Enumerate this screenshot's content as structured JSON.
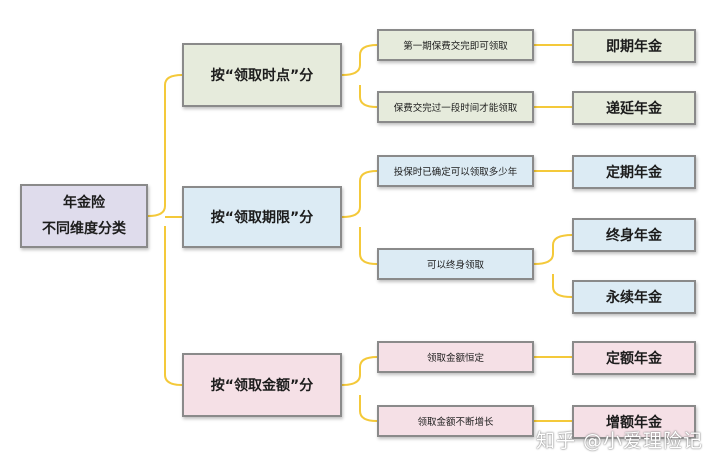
{
  "colors": {
    "connector": "#f4c93a",
    "border": "#8a8a8a",
    "root_fill": "#dfdcec",
    "green_fill": "#e6ebdc",
    "blue_fill": "#dcebf4",
    "pink_fill": "#f5e0e6"
  },
  "root": {
    "line1": "年金险",
    "line2": "不同维度分类"
  },
  "categories": [
    {
      "label": "按“领取时点”分"
    },
    {
      "label": "按“领取期限”分"
    },
    {
      "label": "按“领取金额”分"
    }
  ],
  "conditions": [
    {
      "label": "第一期保费交完即可领取"
    },
    {
      "label": "保费交完过一段时间才能领取"
    },
    {
      "label": "投保时已确定可以领取多少年"
    },
    {
      "label": "可以终身领取"
    },
    {
      "label": "领取金额恒定"
    },
    {
      "label": "领取金额不断增长"
    }
  ],
  "results": [
    {
      "label": "即期年金"
    },
    {
      "label": "递延年金"
    },
    {
      "label": "定期年金"
    },
    {
      "label": "终身年金"
    },
    {
      "label": "永续年金"
    },
    {
      "label": "定额年金"
    },
    {
      "label": "增额年金"
    }
  ],
  "watermark": "知乎 @小爱理险记"
}
